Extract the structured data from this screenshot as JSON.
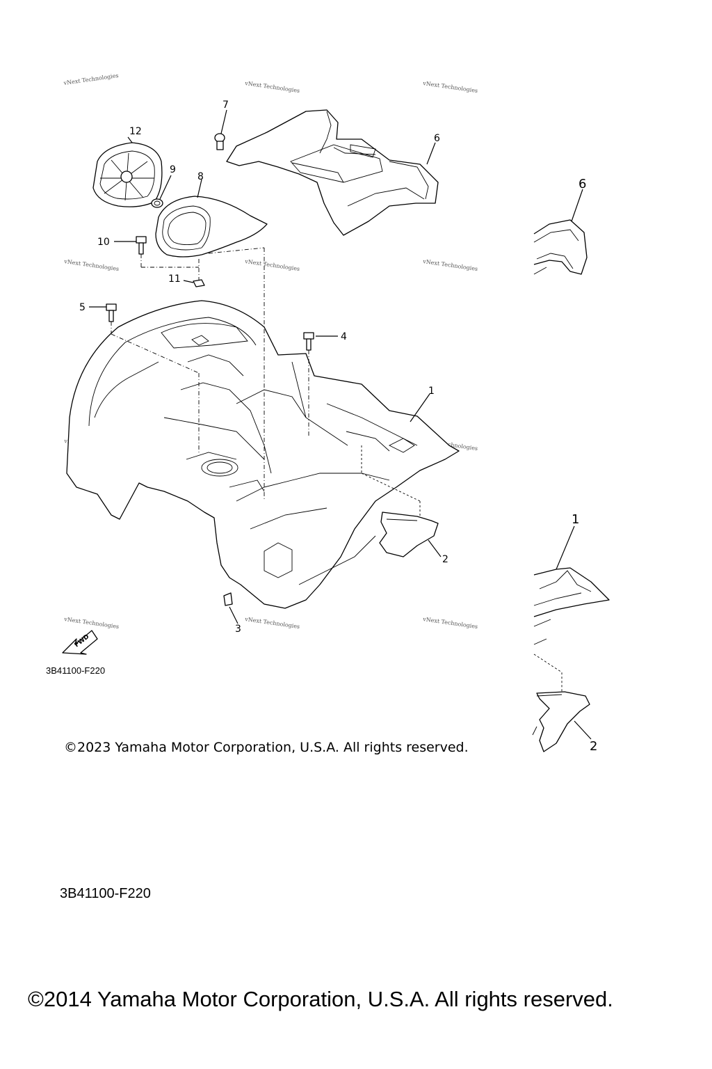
{
  "watermark": "vNext Technologies",
  "callouts": {
    "c1": "1",
    "c2": "2",
    "c3": "3",
    "c4": "4",
    "c5": "5",
    "c6": "6",
    "c7": "7",
    "c8": "8",
    "c9": "9",
    "c10": "10",
    "c11": "11",
    "c12": "12"
  },
  "detail_callouts": {
    "d6": "6",
    "d1": "1",
    "d2": "2"
  },
  "fwd_label": "FWD",
  "diagram_code": "3B41100-F220",
  "diagram_code_lower": "3B41100-F220",
  "copyright_2023": "©2023 Yamaha Motor Corporation, U.S.A. All rights reserved.",
  "copyright_2014": "©2014 Yamaha Motor Corporation, U.S.A. All rights reserved."
}
